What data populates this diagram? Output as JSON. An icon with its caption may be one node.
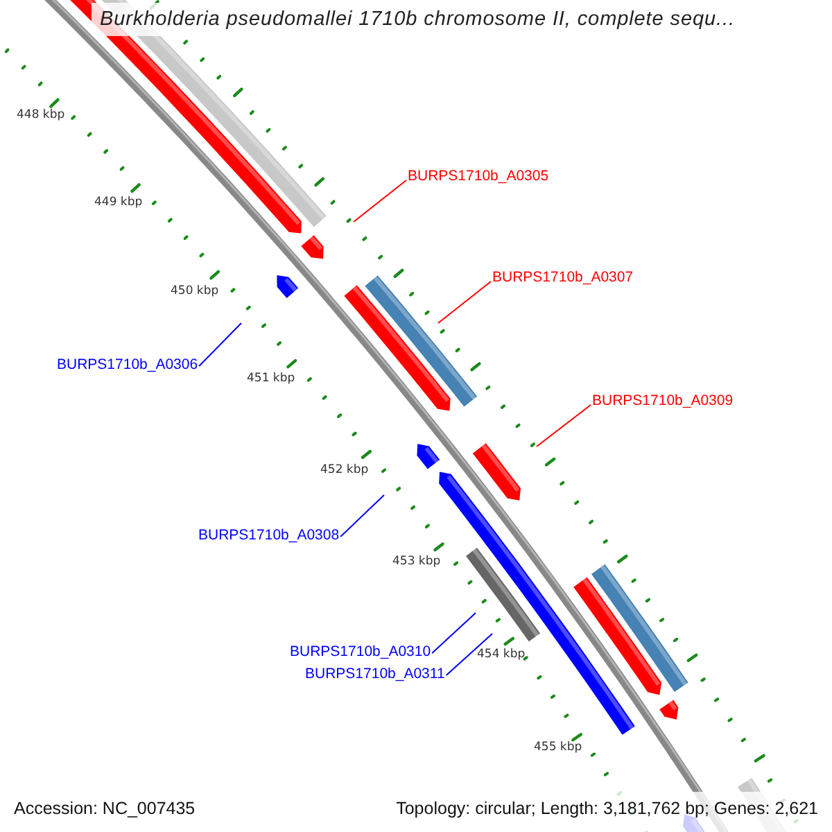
{
  "diagram": {
    "title": "Burkholderia pseudomallei 1710b chromosome II, complete sequ...",
    "nodes": [
      {
        "text": [
          "BURPS1710b_A0305"
        ]
      },
      {
        "text": [
          "BURPS1710b_A0306"
        ]
      },
      {
        "text": [
          "BURPS1710b_A0307"
        ]
      },
      {
        "text": [
          "BURPS1710b_A0308"
        ]
      },
      {
        "text": [
          "BURPS1710b_A0309"
        ]
      },
      {
        "text": [
          "BURPS1710b_A0310"
        ]
      },
      {
        "text": [
          "BURPS1710b_A0311"
        ]
      }
    ],
    "edges": [
      {
        "from": 0,
        "to": null,
        "arrow": "none",
        "color": "#ff0000"
      },
      {
        "from": 1,
        "to": null,
        "arrow": "none",
        "color": "#0000ff"
      },
      {
        "from": 2,
        "to": null,
        "arrow": "none",
        "color": "#ff0000"
      },
      {
        "from": 3,
        "to": null,
        "arrow": "none",
        "color": "#0000ff"
      },
      {
        "from": 4,
        "to": null,
        "arrow": "none",
        "color": "#ff0000"
      },
      {
        "from": 5,
        "to": null,
        "arrow": "none",
        "color": "#0000ff"
      },
      {
        "from": 6,
        "to": null,
        "arrow": "none",
        "color": "#0000ff"
      }
    ],
    "labels": [
      "448 kbp",
      "449 kbp",
      "450 kbp",
      "451 kbp",
      "452 kbp",
      "453 kbp",
      "454 kbp",
      "455 kbp",
      "Accession: NC_007435",
      "Topology: circular; Length: 3,181,762 bp; Genes: 2,621"
    ]
  }
}
